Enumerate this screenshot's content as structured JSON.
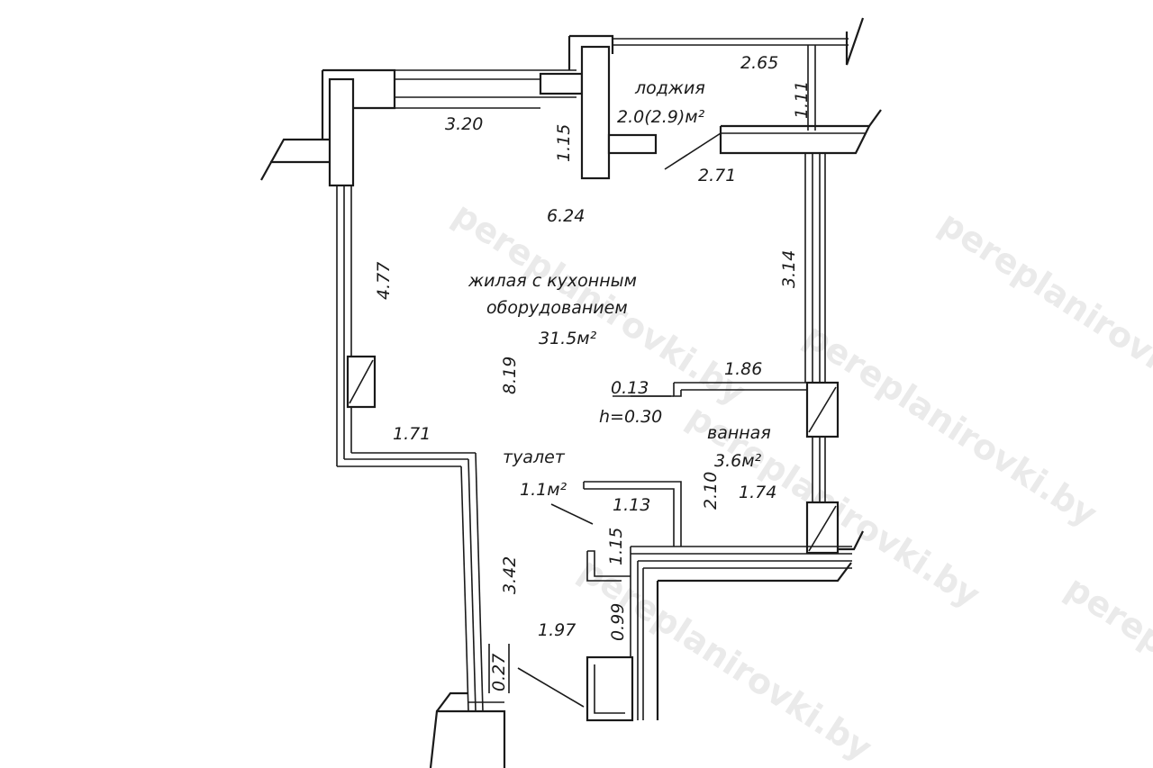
{
  "watermark": "pereplanirovki.by",
  "rooms": {
    "loggia": {
      "name": "лоджия",
      "area": "2.0(2.9)м²"
    },
    "living": {
      "name_line1": "жилая с кухонным",
      "name_line2": "оборудованием",
      "area": "31.5м²"
    },
    "bath": {
      "name": "ванная",
      "area": "3.6м²"
    },
    "toilet": {
      "name": "туалет",
      "area": "1.1м²"
    }
  },
  "dimensions": {
    "d265": "2.65",
    "d111": "1.11",
    "d320": "3.20",
    "d115a": "1.15",
    "d271": "2.71",
    "d624": "6.24",
    "d477": "4.77",
    "d314": "3.14",
    "d819": "8.19",
    "d186": "1.86",
    "d013": "0.13",
    "h030": "h=0.30",
    "d171": "1.71",
    "d210": "2.10",
    "d174": "1.74",
    "d113": "1.13",
    "d115b": "1.15",
    "d342": "3.42",
    "d099": "0.99",
    "d197": "1.97",
    "d027": "0.27"
  }
}
